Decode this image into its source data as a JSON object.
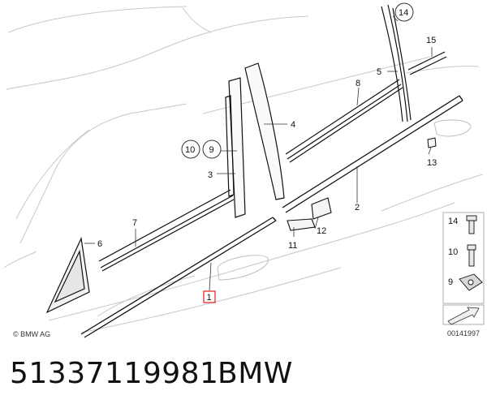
{
  "diagram": {
    "callouts": [
      {
        "id": "c1",
        "text": "1"
      },
      {
        "id": "c2",
        "text": "2"
      },
      {
        "id": "c3",
        "text": "3"
      },
      {
        "id": "c4",
        "text": "4"
      },
      {
        "id": "c5",
        "text": "5"
      },
      {
        "id": "c6",
        "text": "6"
      },
      {
        "id": "c7",
        "text": "7"
      },
      {
        "id": "c8",
        "text": "8"
      },
      {
        "id": "c9",
        "text": "9"
      },
      {
        "id": "c10",
        "text": "10"
      },
      {
        "id": "c11",
        "text": "11"
      },
      {
        "id": "c12",
        "text": "12"
      },
      {
        "id": "c13",
        "text": "13"
      },
      {
        "id": "c14",
        "text": "14"
      },
      {
        "id": "c15",
        "text": "15"
      }
    ],
    "legend": [
      {
        "id": "l14",
        "text": "14"
      },
      {
        "id": "l10",
        "text": "10"
      },
      {
        "id": "l9",
        "text": "9"
      }
    ],
    "copyright": "© BMW AG",
    "drawing_number": "00141997",
    "colors": {
      "highlight": "#e0302e",
      "ink": "#111111",
      "ghost": "#c8c8c8"
    }
  },
  "caption": {
    "part_number": "51337119981",
    "brand": "BMW"
  }
}
